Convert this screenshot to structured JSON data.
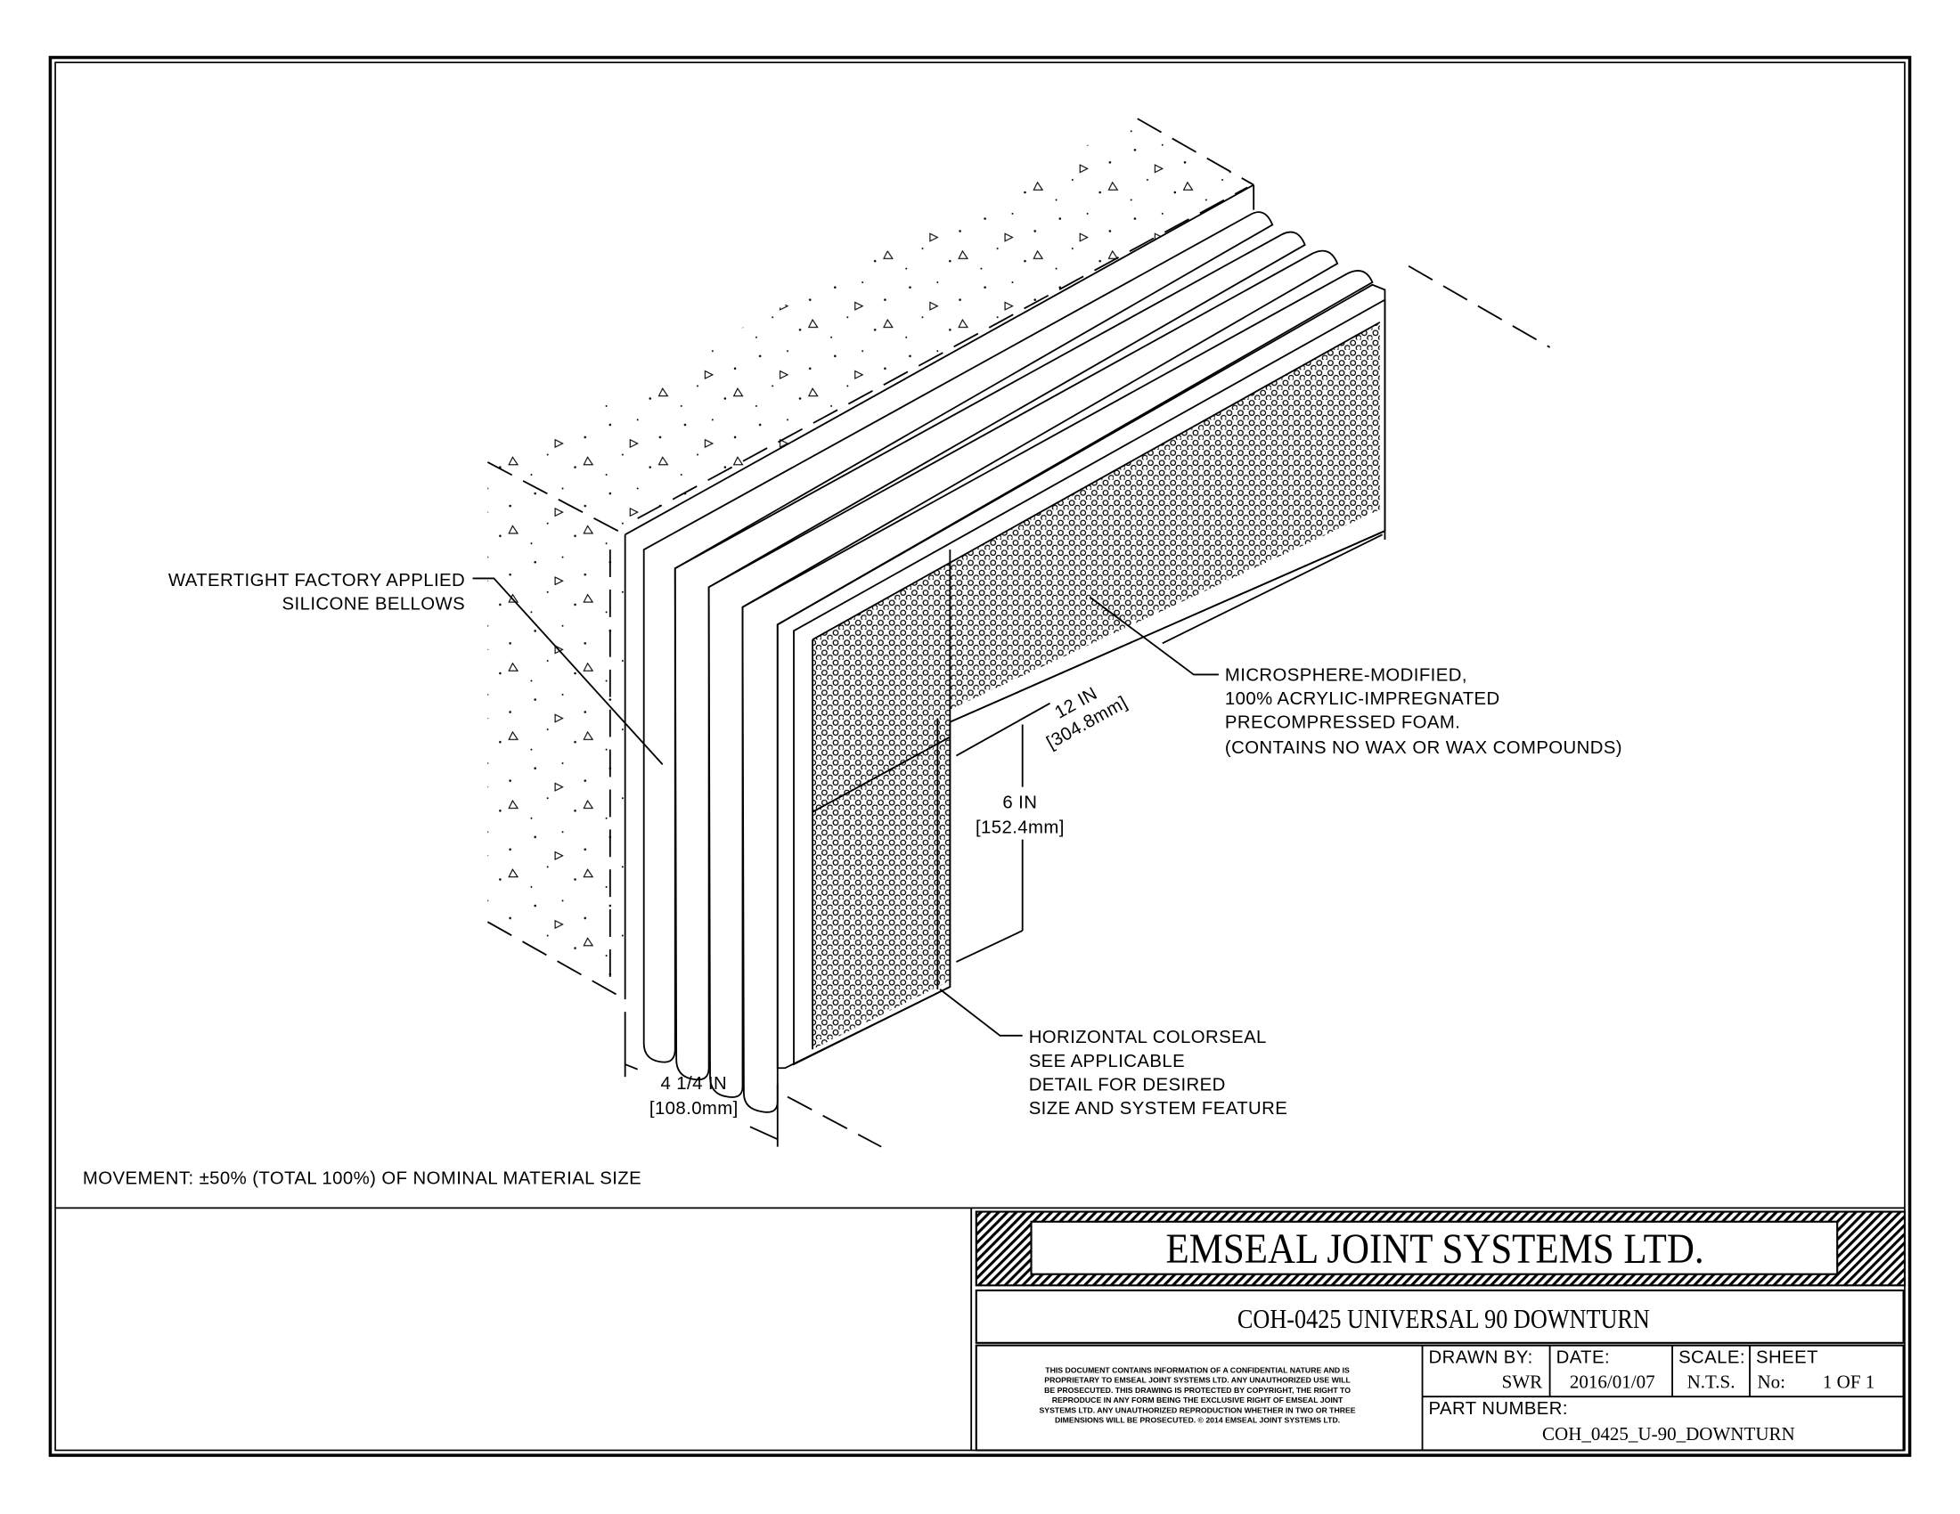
{
  "drawing": {
    "labels": {
      "bellows": [
        "WATERTIGHT FACTORY APPLIED",
        "SILICONE BELLOWS"
      ],
      "foam": [
        "MICROSPHERE-MODIFIED,",
        "100% ACRYLIC-IMPREGNATED",
        "PRECOMPRESSED FOAM.",
        "(CONTAINS NO WAX OR WAX COMPOUNDS)"
      ],
      "colorseal": [
        "HORIZONTAL COLORSEAL",
        "SEE APPLICABLE",
        "DETAIL FOR DESIRED",
        "SIZE AND SYSTEM FEATURE"
      ]
    },
    "dimensions": {
      "length": [
        "12 IN",
        "[304.8mm]"
      ],
      "height": [
        "6 IN",
        "[152.4mm]"
      ],
      "width": [
        "4 1/4 IN",
        "[108.0mm]"
      ]
    },
    "movement_note": "MOVEMENT: ±50% (TOTAL 100%) OF NOMINAL MATERIAL SIZE"
  },
  "title_block": {
    "company": "EMSEAL JOINT SYSTEMS LTD.",
    "title": "COH-0425 UNIVERSAL 90 DOWNTURN",
    "disclaimer": [
      "THIS DOCUMENT CONTAINS INFORMATION OF A CONFIDENTIAL NATURE AND IS",
      "PROPRIETARY TO EMSEAL JOINT SYSTEMS LTD. ANY UNAUTHORIZED USE WILL",
      "BE PROSECUTED. THIS DRAWING IS PROTECTED BY COPYRIGHT, THE RIGHT TO",
      "REPRODUCE IN ANY FORM BEING THE EXCLUSIVE RIGHT OF EMSEAL JOINT",
      "SYSTEMS LTD. ANY UNAUTHORIZED REPRODUCTION WHETHER IN TWO OR THREE",
      "DIMENSIONS WILL BE PROSECUTED. © 2014 EMSEAL JOINT SYSTEMS LTD."
    ],
    "drawn_by_label": "DRAWN BY:",
    "drawn_by": "SWR",
    "date_label": "DATE:",
    "date": "2016/01/07",
    "scale_label": "SCALE:",
    "scale": "N.T.S.",
    "sheet_label": "SHEET",
    "sheet_no_label": "No:",
    "sheet": "1 OF 1",
    "part_number_label": "PART NUMBER:",
    "part_number": "COH_0425_U-90_DOWNTURN"
  }
}
